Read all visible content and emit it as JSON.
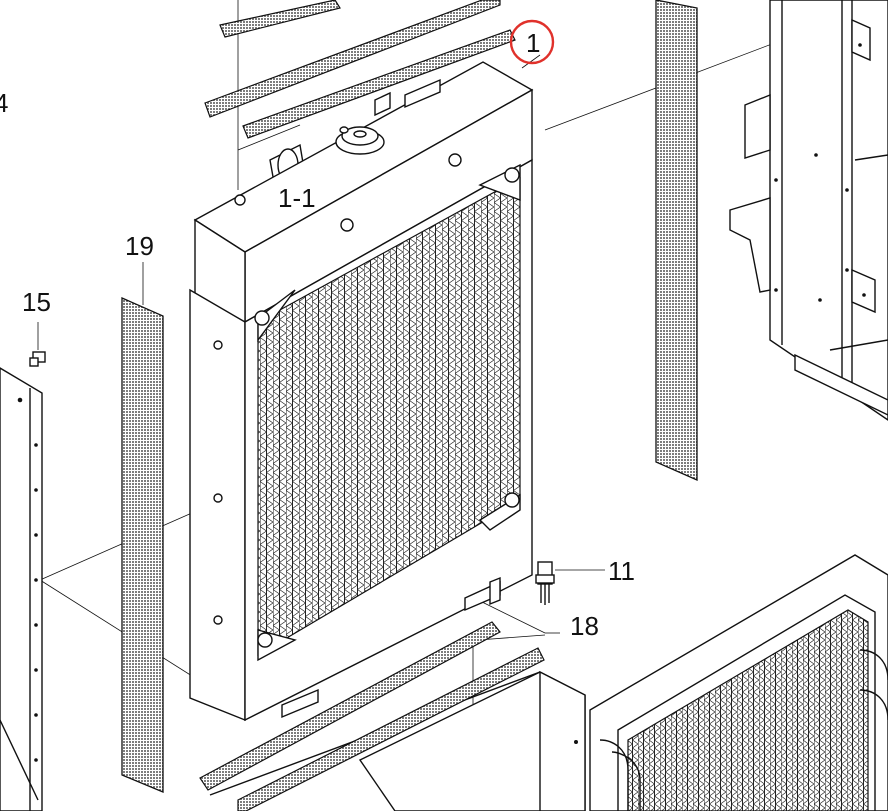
{
  "labels": {
    "part_1": "1",
    "part_1_1": "1-1",
    "part_4_partial": "4",
    "part_11": "11",
    "part_15": "15",
    "part_18": "18",
    "part_19": "19"
  },
  "colors": {
    "highlight_circle": "#e0312b",
    "line": "#111111",
    "mesh_fill": "#8a8a8a",
    "background": "#ffffff"
  }
}
